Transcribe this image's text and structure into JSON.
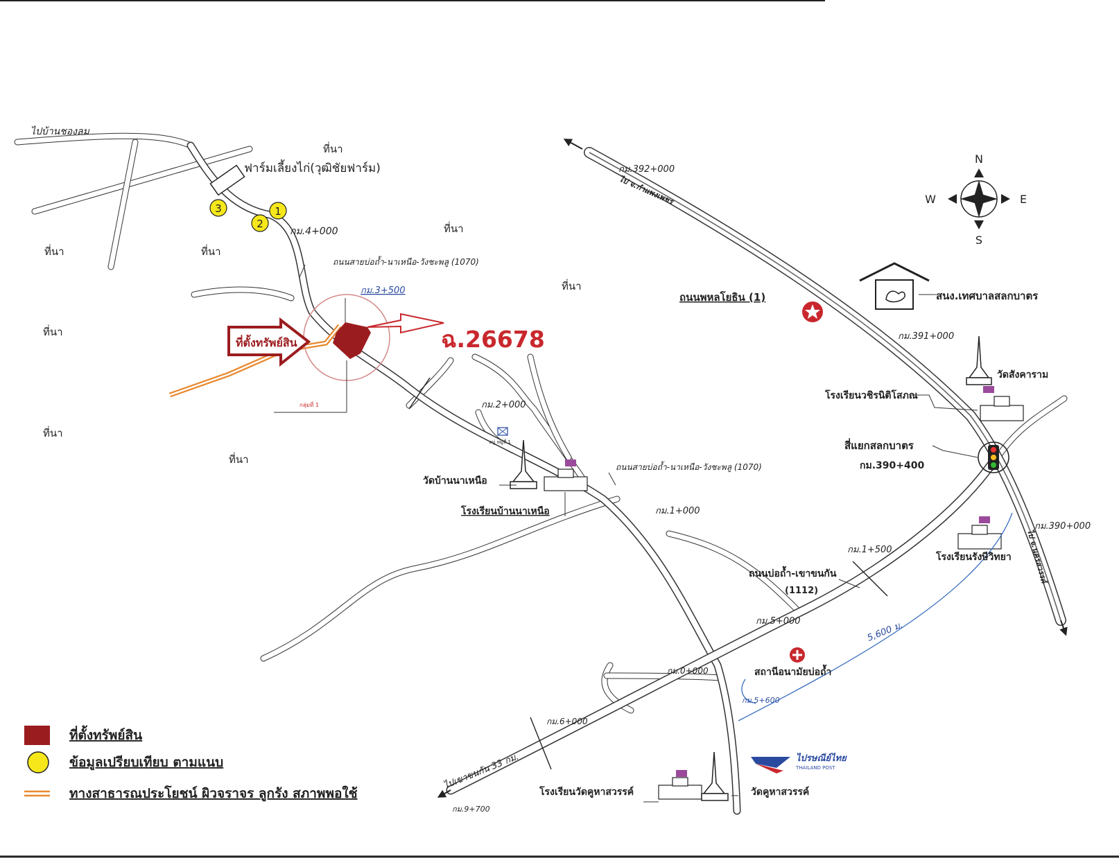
{
  "map": {
    "deed_number": "ฉ.26678",
    "farm_label": "ฟาร์มเลี้ยงไก่(วุฒิชัยฟาร์ม)",
    "to_ban_chong_lom": "ไปบ้านชองลม",
    "field_label": "ที่นา",
    "property_arrow_label": "ที่ตั้งทรัพย์สิน",
    "group_label": "กลุ่มที่ 1",
    "km_markers": {
      "km_4000": "กม.4+000",
      "km_3500": "กม.3+500",
      "km_2000": "กม.2+000",
      "km_1000": "กม.1+000",
      "km_0000": "กม.0+000",
      "km_5000": "กม.5+000",
      "km_6000": "กม.6+000",
      "km_9700": "กม.9+700",
      "km_1500": "กม.1+500",
      "km_5600b": "กม.5+600",
      "km_392": "กม.392+000",
      "km_391": "กม.391+000",
      "km_390": "กม.390+000",
      "km_390400": "กม.390+400"
    },
    "roads": {
      "road_1070_a": "ถนนสายบ่อถ้ำ-นาเหนือ-วังชะพลู (1070)",
      "road_1070_b": "ถนนสายบ่อถ้ำ-นาเหนือ-วังชะพลู (1070)",
      "phahon": "ถนนพหลโยธิน (1)",
      "road_1112_a": "ถนนบ่อถ้ำ-เขาขนกัน",
      "road_1112_b": "(1112)",
      "to_kamphaeng": "ไป จ.กำแพงเพชร",
      "to_nakhon": "ไป จ.นครสวรรค์",
      "to_khao": "ไปเขาขนกัน 33 กม.",
      "distance": "5,600 ม."
    },
    "places": {
      "municipality": "สนง.เทศบาลสลกบาตร",
      "wat_sangkharam": "วัดสังคาราม",
      "school_wachira": "โรงเรียนวชิรนิติโสภณ",
      "intersection": "สี่แยกสลกบาตร",
      "wat_ban_na_nuea": "วัดบ้านนาเหนือ",
      "school_ban_na_nuea": "โรงเรียนบ้านนาเหนือ",
      "school_rung": "โรงเรียนรังษีวิทยา",
      "health_center": "สถานีอนามัยบ่อถ้ำ",
      "school_wat_khuha": "โรงเรียนวัดคูหาสวรรค์",
      "wat_khuha": "วัดคูหาสวรรค์",
      "post_office": "ไปรษณีย์ไทย",
      "post_office_en": "THAILAND POST",
      "village_moo": "หมู่ หมู่ที่ 1"
    },
    "compass": {
      "n": "N",
      "s": "S",
      "e": "E",
      "w": "W"
    },
    "points": [
      "1",
      "2",
      "3"
    ]
  },
  "legend": {
    "items": [
      {
        "label": "ที่ตั้งทรัพย์สิน",
        "color": "#9b1c1f"
      },
      {
        "label": "ข้อมูลเปรียบเทียบ ตามแนบ",
        "color": "#f6e71b"
      },
      {
        "label": "ทางสาธารณประโยชน์ ผิวจราจร ลูกรัง สภาพพอใช้",
        "color": "#e8892f"
      }
    ]
  },
  "colors": {
    "property": "#9b1c1f",
    "compare": "#f6e71b",
    "public_road": "#e8892f",
    "deed_text": "#c8282d"
  }
}
